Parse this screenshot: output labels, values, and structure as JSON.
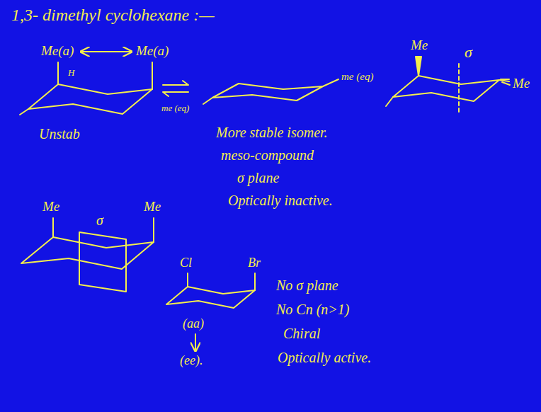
{
  "diagram": {
    "title": "1,3- dimethyl cyclohexane :—",
    "labels": [
      "Me(a)",
      "Me(a)",
      "H",
      "Unstab",
      "me (eq)",
      "me (eq)",
      "Me",
      "σ",
      "Me",
      "More stable isomer.",
      "meso-compound",
      "σ plane",
      "Optically inactive.",
      "Me",
      "Me",
      "σ",
      "Cl",
      "Br",
      "No σ plane",
      "No Cn (n>1)",
      "Chiral",
      "(aa)",
      "Optically active.",
      "(ee)."
    ]
  }
}
